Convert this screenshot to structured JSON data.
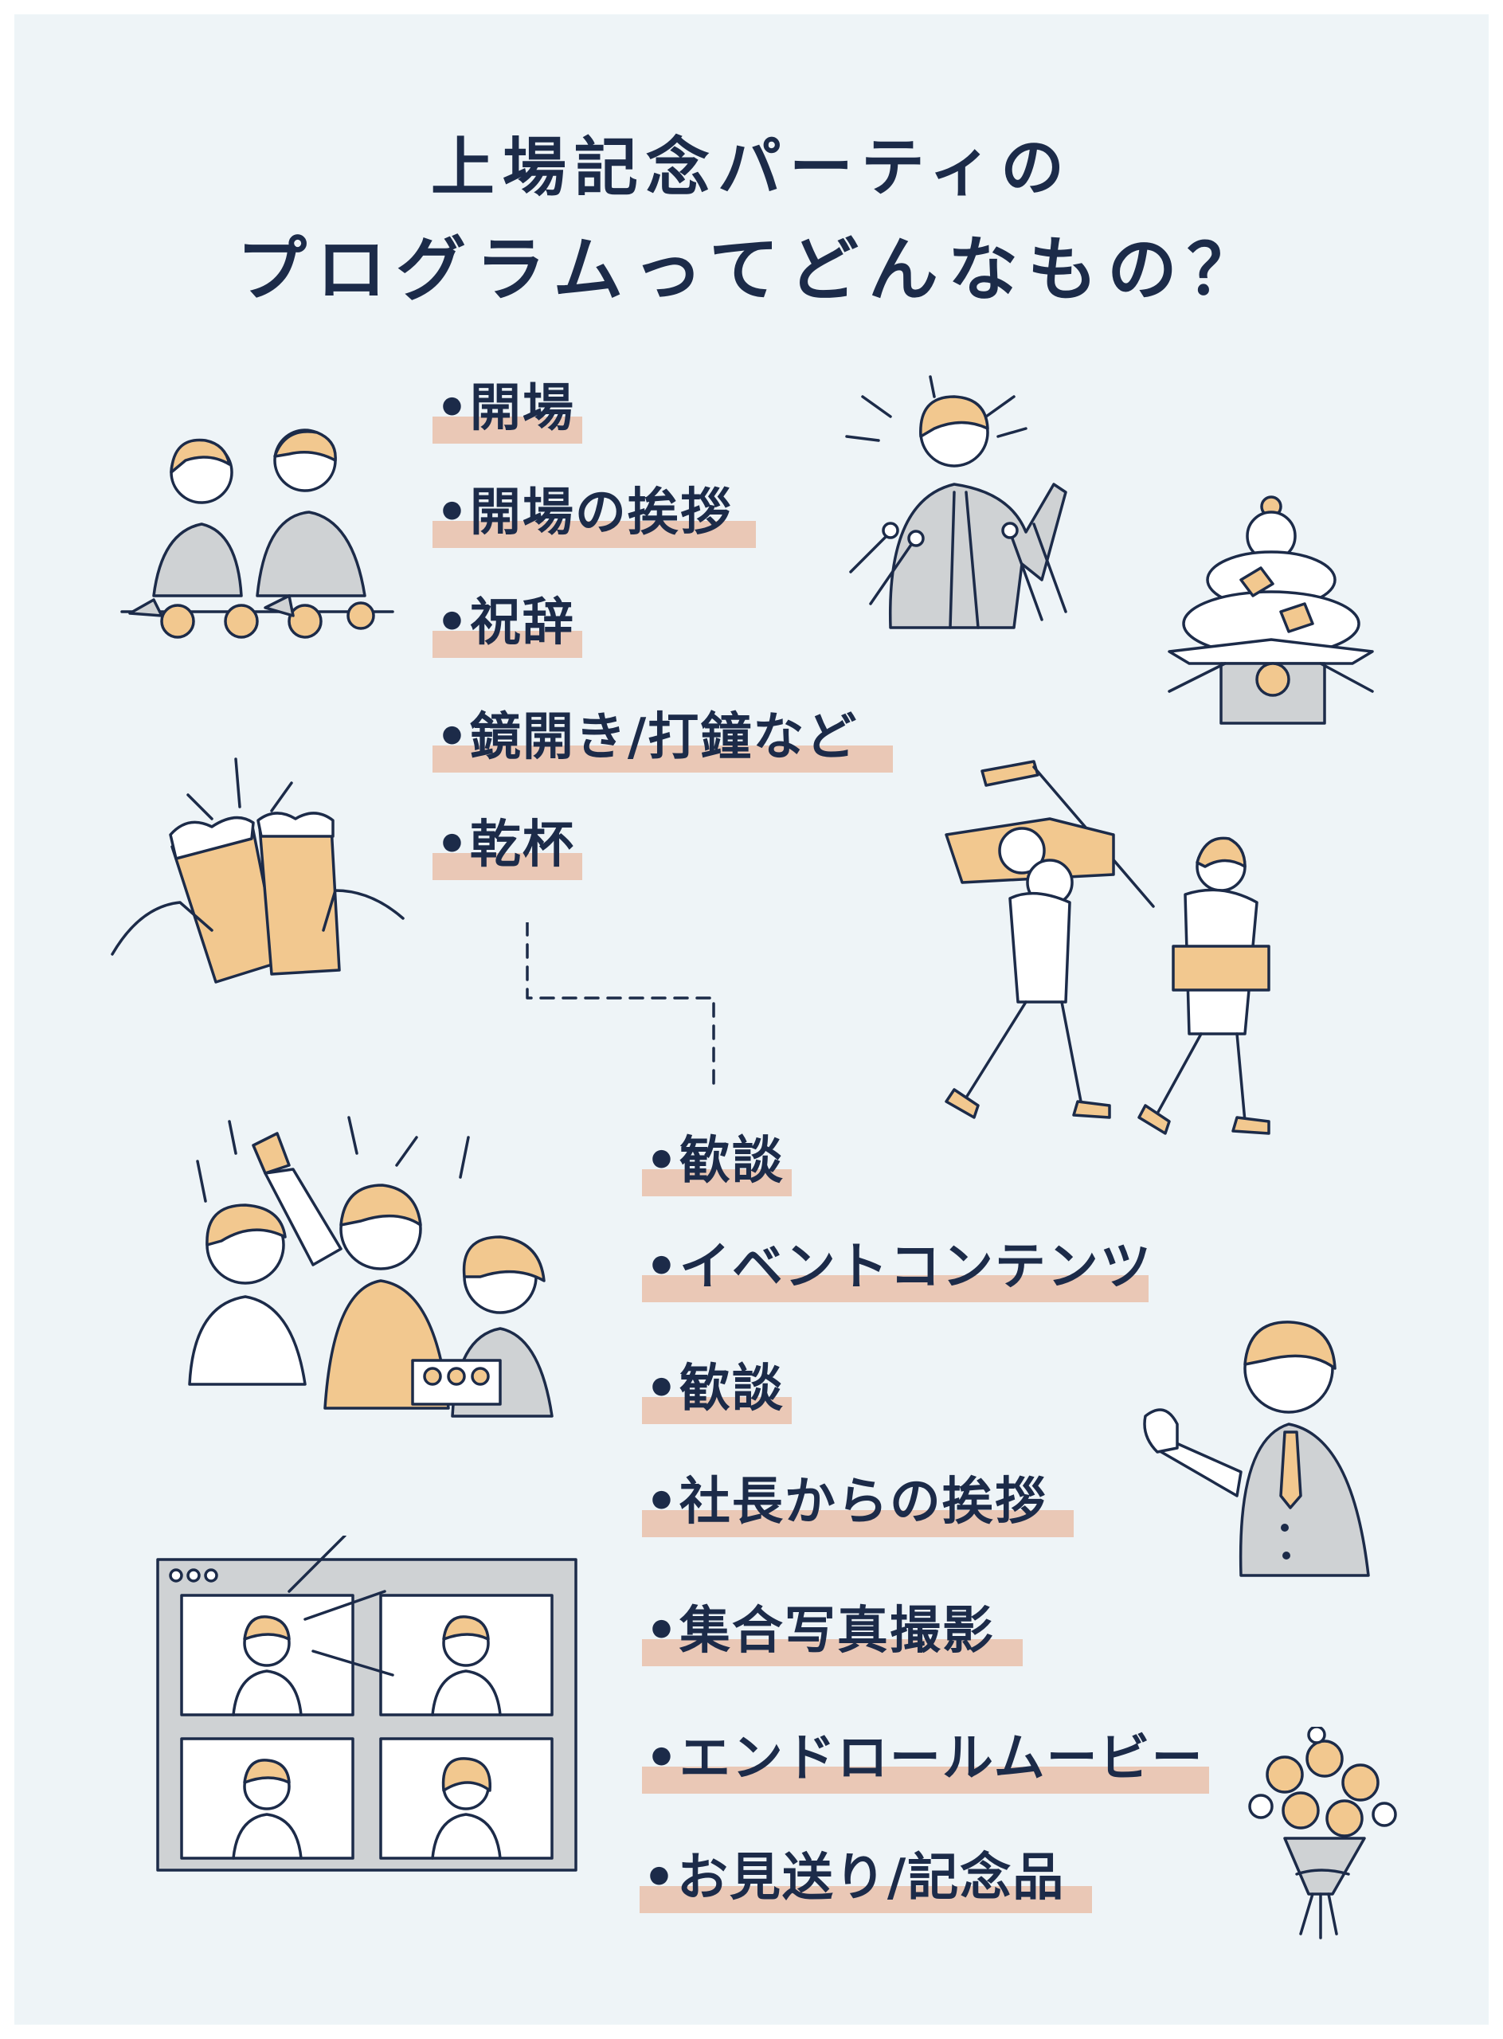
{
  "title": {
    "line1": "上場記念パーティの",
    "line2": "プログラムってどんなもの？"
  },
  "colors": {
    "background": "#eef4f7",
    "text": "#1c2b49",
    "highlight": "#eac8b6",
    "accent": "#f2c88f",
    "gray": "#cfd2d4"
  },
  "program_part1": [
    "•開場",
    "•開場の挨拶",
    "•祝辞",
    "•鏡開き/打鐘など",
    "•乾杯"
  ],
  "program_part2": [
    "•歓談",
    "•イベントコンテンツ",
    "•歓談",
    "•社長からの挨拶",
    "•集合写真撮影",
    "•エンドロールムービー",
    "•お見送り/記念品"
  ],
  "illustrations": [
    "reception-couple-icon",
    "speaker-microphones-icon",
    "kagami-mochi-icon",
    "beer-toast-icon",
    "camera-crew-icon",
    "cheering-party-icon",
    "president-speech-icon",
    "online-meeting-icon",
    "flower-bouquet-icon"
  ]
}
